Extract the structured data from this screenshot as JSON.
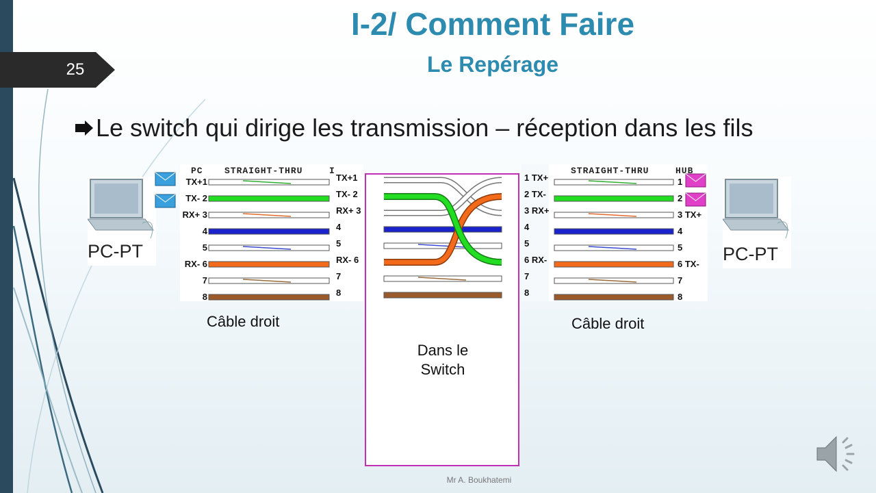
{
  "slide": {
    "number": "25",
    "title": "I-2/ Comment Faire",
    "subtitle": "Le Repérage",
    "bullet": "Le switch qui dirige les transmission – réception dans les fils",
    "footer": "Mr A. Boukhatemi"
  },
  "colors": {
    "title": "#2e8bb0",
    "sidebar": "#2b4a5e",
    "switch_border": "#c12fb5"
  },
  "left_cable": {
    "header_left": "PC",
    "header_mid": "STRAIGHT-THRU",
    "header_right": "I",
    "left_pins": [
      "TX+1",
      "TX- 2",
      "RX+ 3",
      "4",
      "5",
      "RX- 6",
      "7",
      "8"
    ],
    "right_pins": [
      "TX+1",
      "TX- 2",
      "RX+ 3",
      "4",
      "5",
      "RX- 6",
      "7",
      "8"
    ],
    "caption": "Câble droit"
  },
  "switch_panel": {
    "left_pins": [
      "TX+1",
      "TX- 2",
      "RX+ 3",
      "4",
      "5",
      "RX- 6",
      "7",
      "8"
    ],
    "caption_line1": "Dans le",
    "caption_line2": "Switch"
  },
  "right_cable": {
    "header_mid": "STRAIGHT-THRU",
    "header_right": "HUB",
    "left_pins": [
      "1 TX+",
      "2 TX-",
      "3 RX+",
      "4",
      "5",
      "6 RX-",
      "7",
      "8"
    ],
    "right_pins": [
      "1",
      "2",
      "3 TX+",
      "4",
      "5",
      "6 TX-",
      "7",
      "8"
    ],
    "caption": "Câble droit"
  },
  "devices": {
    "left_pc": "PC-PT",
    "right_pc": "PC-PT"
  },
  "icons": [
    "envelope-icon",
    "speaker-icon",
    "pc-icon"
  ]
}
